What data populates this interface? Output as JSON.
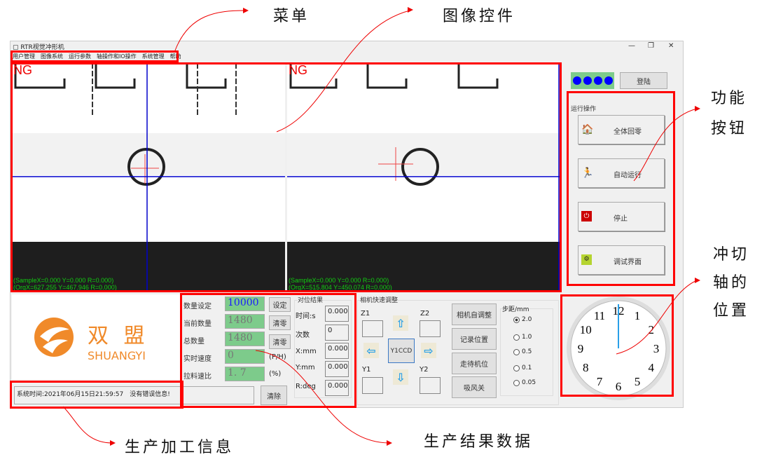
{
  "window": {
    "title": "RTR视觉冲形机",
    "controls": [
      "—",
      "❐",
      "✕"
    ]
  },
  "menu": [
    "用户管理",
    "图像系统",
    "运行参数",
    "轴操作和IO操作",
    "系统管理",
    "帮助"
  ],
  "panes": [
    {
      "status": "NG",
      "line1": "(SampleX=0.000 Y=0.000 R=0.000)",
      "line2": "(OrgX=627.255 Y=467.946 R=0.000)"
    },
    {
      "status": "NG",
      "line1": "(SampleX=0.000 Y=0.000 R=0.000)",
      "line2": "(OrgX=515.804 Y=450.074 R=0.000)"
    }
  ],
  "right_panel": {
    "login": "登陆",
    "group": "运行操作",
    "buttons": [
      {
        "label": "全体回零",
        "icon": "home-icon"
      },
      {
        "label": "自动运行",
        "icon": "running-man-icon"
      },
      {
        "label": "停止",
        "icon": "power-icon"
      },
      {
        "label": "调试界面",
        "icon": "debug-icon"
      }
    ]
  },
  "logo": {
    "cn": "双 盟",
    "en": "SHUANGYI"
  },
  "production": {
    "rows": [
      {
        "label": "数量设定",
        "value": "10000",
        "button": "设定"
      },
      {
        "label": "当前数量",
        "value": "1480",
        "button": "清零"
      },
      {
        "label": "总数量",
        "value": "1480",
        "button": "清零"
      },
      {
        "label": "实时速度",
        "value": "0",
        "unit": "(P/H)"
      },
      {
        "label": "拉料速比",
        "value": "1. 7",
        "unit": "(%)"
      }
    ]
  },
  "alignment": {
    "title": "对位结果",
    "rows": [
      {
        "label": "时间:s",
        "value": "0.000"
      },
      {
        "label": "次数",
        "value": "0"
      },
      {
        "label": "X:mm",
        "value": "0.000"
      },
      {
        "label": "Y:mm",
        "value": "0.000"
      },
      {
        "label": "R:deg",
        "value": "0.000"
      }
    ]
  },
  "camera": {
    "title": "相机快速调整",
    "z1": "Z1",
    "z2": "Z2",
    "y1": "Y1",
    "y2": "Y2",
    "center": "Y1CCD",
    "buttons": [
      "相机自调整",
      "记录位置",
      "走待机位",
      "吸风关"
    ],
    "step_title": "步距/mm",
    "steps": [
      "2.0",
      "1.0",
      "0.5",
      "0.1",
      "0.05"
    ],
    "step_selected": "2.0"
  },
  "status": {
    "text": "系统时间:2021年06月15日21:59:57　没有错误信息!",
    "clear": "清除"
  },
  "clock": {
    "numbers": [
      "12",
      "1",
      "2",
      "3",
      "4",
      "5",
      "6",
      "7",
      "8",
      "9",
      "10",
      "11"
    ]
  },
  "annotations": {
    "menu": "菜单",
    "image": "图像控件",
    "func": [
      "功能",
      "按钮"
    ],
    "axis": [
      "冲切",
      "轴的",
      "位置"
    ],
    "info": "生产加工信息",
    "result": "生产结果数据"
  },
  "colors": {
    "accent": "#ff0000",
    "crosshair": "#0000cc",
    "field": "#7dcb8b"
  }
}
